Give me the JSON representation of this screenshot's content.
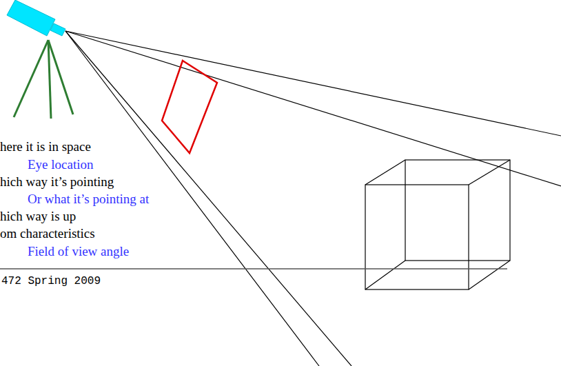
{
  "diagram": {
    "labels": [
      "here it is in space",
      "Eye location",
      "hich way it’s pointing",
      "Or what it’s pointing at",
      "hich way is up",
      "om characteristics",
      "Field of view angle",
      "472 Spring 2009"
    ]
  }
}
